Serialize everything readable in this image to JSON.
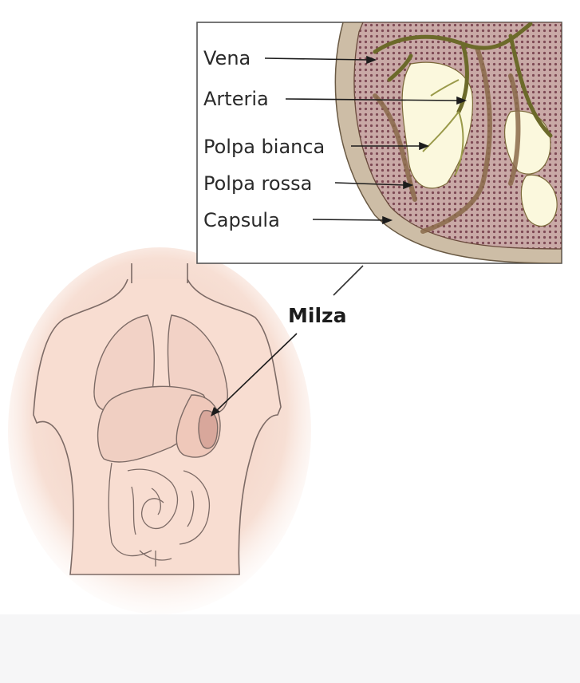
{
  "diagram": {
    "organ_label": "Milza",
    "inset_labels": {
      "vena": "Vena",
      "arteria": "Arteria",
      "polpa_bianca": "Polpa bianca",
      "polpa_rossa": "Polpa rossa",
      "capsula": "Capsula"
    },
    "colors": {
      "skin": "#f5d6c8",
      "skin_shadow": "#efc7b6",
      "outline": "#6b5a55",
      "spleen": "#d8a79b",
      "white_pulp": "#fbf8dd",
      "red_pulp": "#b7928f",
      "vessel": "#7d7a3a",
      "capsule": "#c9b8a3"
    }
  }
}
